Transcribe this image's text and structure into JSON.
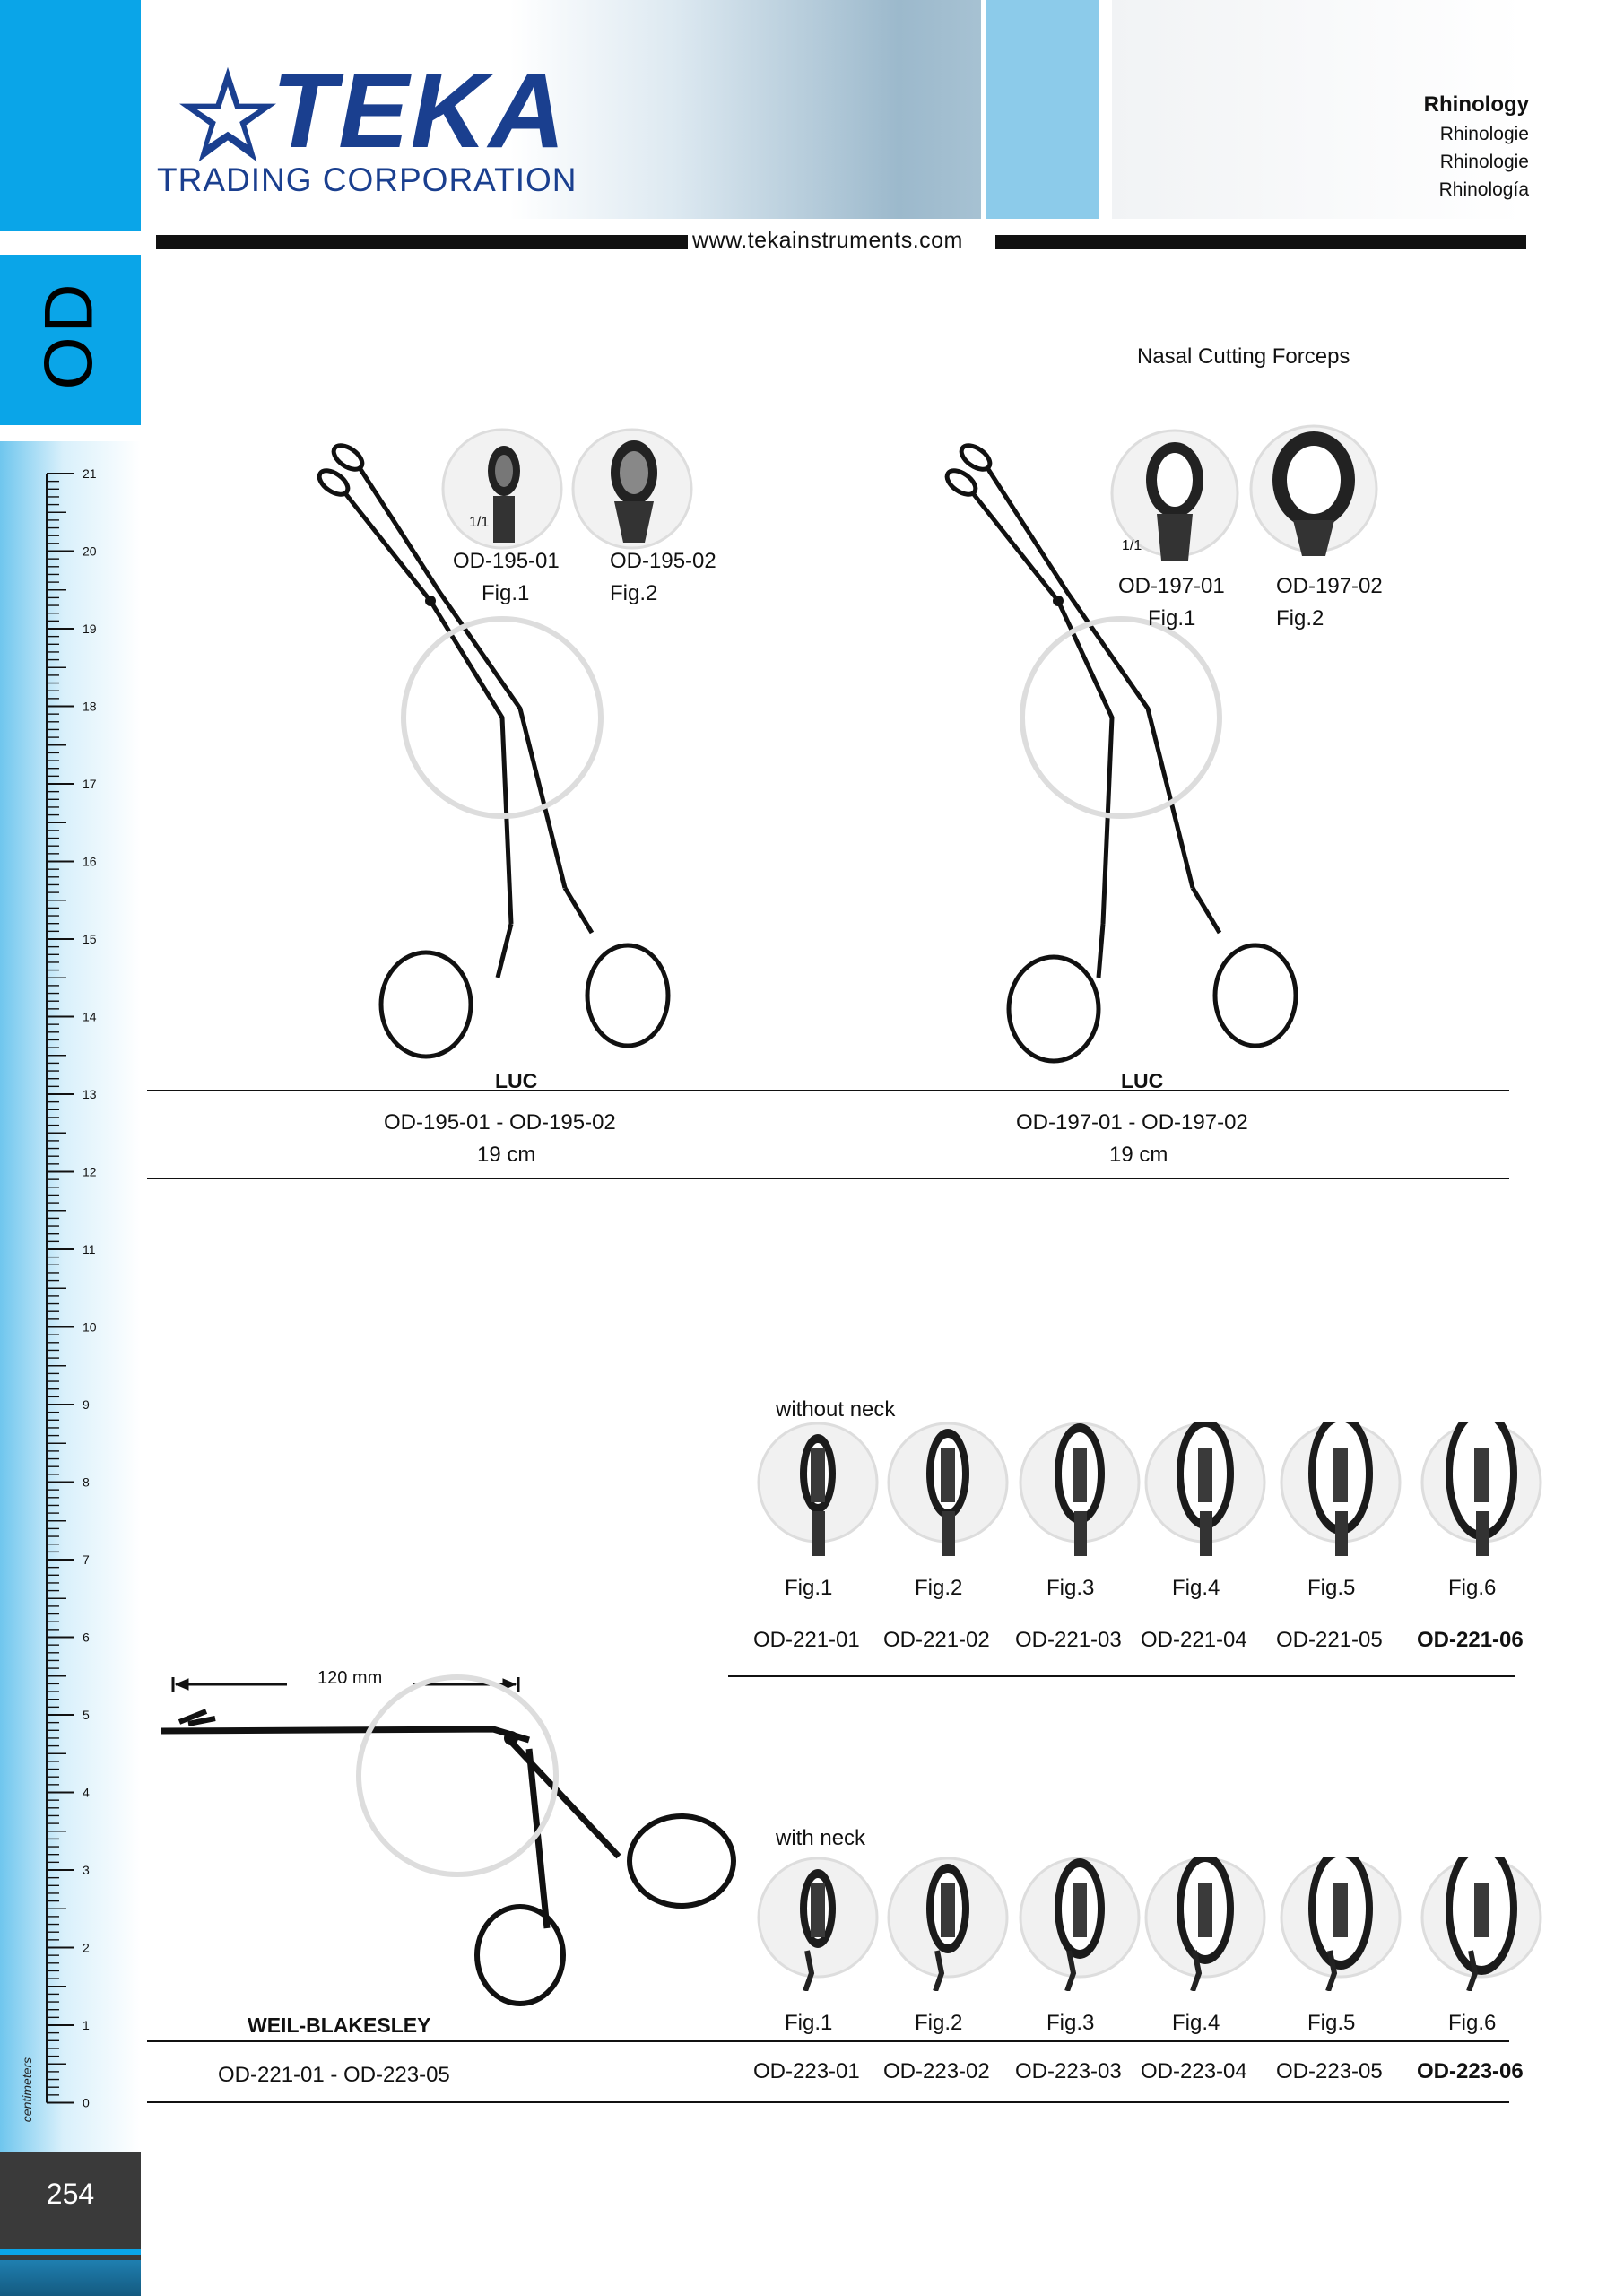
{
  "brand": {
    "name": "TEKA",
    "subtitle": "TRADING CORPORATION",
    "website": "www.tekainstruments.com",
    "colors": {
      "blue": "#1a3f8f",
      "accent": "#0aa5e8"
    }
  },
  "category": {
    "en": "Rhinology",
    "de": "Rhinologie",
    "fr": "Rhinologie",
    "es": "Rhinología"
  },
  "sidebar": {
    "section_code": "OD",
    "ruler_unit": "centimeters",
    "ruler_marks": [
      "21",
      "20",
      "19",
      "18",
      "17",
      "16",
      "15",
      "14",
      "13",
      "12",
      "11",
      "10",
      "9",
      "8",
      "7",
      "6",
      "5",
      "4",
      "3",
      "2",
      "1",
      "0"
    ],
    "page_number": "254"
  },
  "section_title": "Nasal  Cutting  Forceps",
  "luc1": {
    "scale": "1/1",
    "fig1_code": "OD-195-01",
    "fig1_label": "Fig.1",
    "fig2_code": "OD-195-02",
    "fig2_label": "Fig.2",
    "name": "LUC",
    "range": "OD-195-01   -   OD-195-02",
    "length": "19   cm"
  },
  "luc2": {
    "scale": "1/1",
    "fig1_code": "OD-197-01",
    "fig1_label": "Fig.1",
    "fig2_code": "OD-197-02",
    "fig2_label": "Fig.2",
    "name": "LUC",
    "range": "OD-197-01   -   OD-197-02",
    "length": "19   cm"
  },
  "weil": {
    "dimension": "120 mm",
    "name": "WEIL-BLAKESLEY",
    "range": "OD-221-01   -   OD-223-05"
  },
  "without_neck": {
    "label": "without   neck",
    "figs": [
      {
        "fig": "Fig.1",
        "code": "OD-221-01"
      },
      {
        "fig": "Fig.2",
        "code": "OD-221-02"
      },
      {
        "fig": "Fig.3",
        "code": "OD-221-03"
      },
      {
        "fig": "Fig.4",
        "code": "OD-221-04"
      },
      {
        "fig": "Fig.5",
        "code": "OD-221-05"
      },
      {
        "fig": "Fig.6",
        "code": "OD-221-06"
      }
    ]
  },
  "with_neck": {
    "label": "with   neck",
    "figs": [
      {
        "fig": "Fig.1",
        "code": "OD-223-01"
      },
      {
        "fig": "Fig.2",
        "code": "OD-223-02"
      },
      {
        "fig": "Fig.3",
        "code": "OD-223-03"
      },
      {
        "fig": "Fig.4",
        "code": "OD-223-04"
      },
      {
        "fig": "Fig.5",
        "code": "OD-223-05"
      },
      {
        "fig": "Fig.6",
        "code": "OD-223-06"
      }
    ]
  }
}
